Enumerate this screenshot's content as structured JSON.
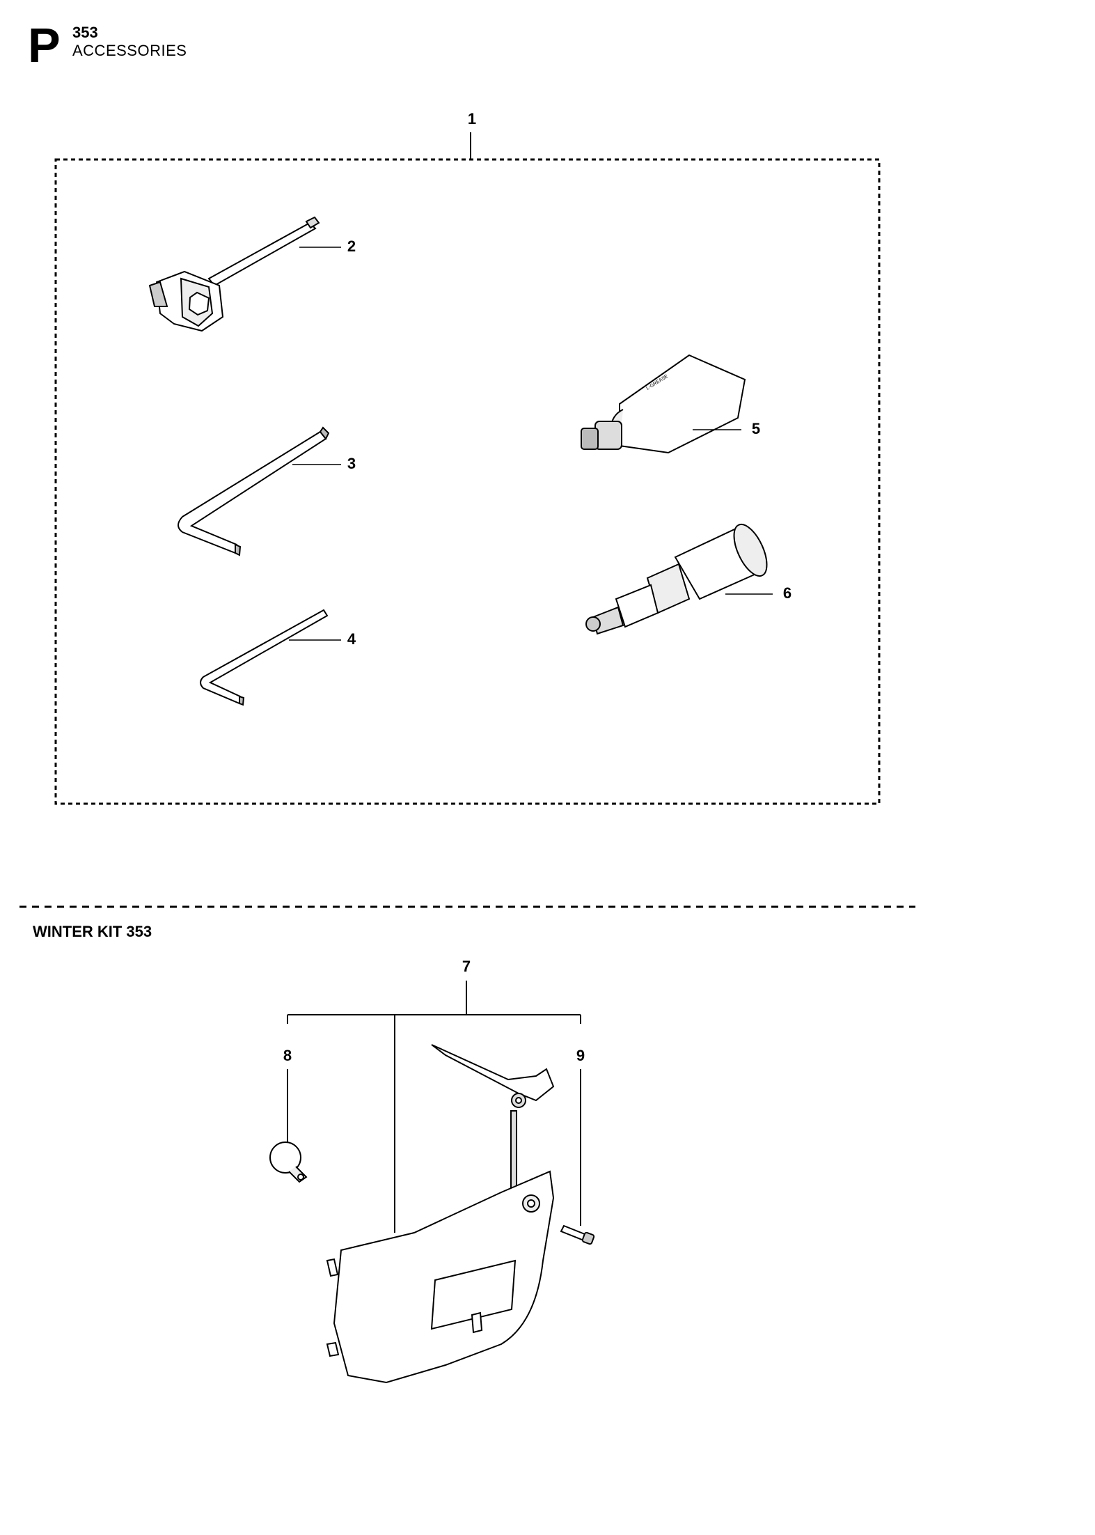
{
  "header": {
    "letter": "P",
    "model": "353",
    "section": "ACCESSORIES"
  },
  "winter_kit": {
    "title": "WINTER KIT 353"
  },
  "callouts": {
    "kit": "1",
    "spark_plug_wrench": "2",
    "hex_key_large": "3",
    "hex_key_small": "4",
    "grease_tube": "5",
    "grease_gun": "6",
    "winter_kit": "7",
    "plate": "8",
    "screw": "9"
  },
  "icons": [
    "spark-plug-wrench-icon",
    "hex-key-icon",
    "grease-tube-icon",
    "grease-gun-icon",
    "winter-cover-icon",
    "winter-plate-icon",
    "screw-icon"
  ]
}
